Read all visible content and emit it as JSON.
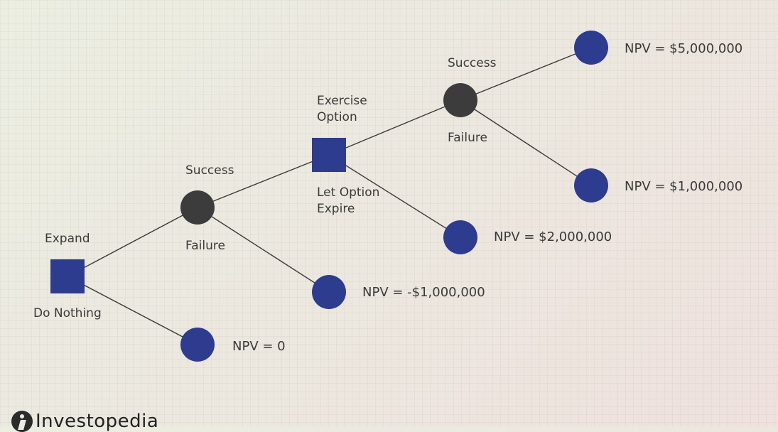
{
  "nodes": {
    "decision_1": {
      "up_label": "Expand",
      "down_label": "Do Nothing"
    },
    "chance_1": {
      "up_label": "Success",
      "down_label": "Failure"
    },
    "decision_2": {
      "up_label": "Exercise\nOption",
      "down_label": "Let Option\nExpire"
    },
    "chance_2": {
      "up_label": "Success",
      "down_label": "Failure"
    }
  },
  "outcomes": [
    {
      "id": "do_nothing",
      "text": "NPV = 0"
    },
    {
      "id": "failure_1",
      "text": "NPV = -$1,000,000"
    },
    {
      "id": "let_expire",
      "text": "NPV = $2,000,000"
    },
    {
      "id": "success_2",
      "text": "NPV = $5,000,000"
    },
    {
      "id": "failure_2",
      "text": "NPV = $1,000,000"
    }
  ],
  "brand": {
    "name": "Investopedia"
  },
  "colors": {
    "decision_node": "#2e3c8f",
    "chance_node": "#3c3c3c",
    "outcome_node": "#2e3c8f",
    "line": "#3a3a3a",
    "text": "#3a3a3a"
  }
}
